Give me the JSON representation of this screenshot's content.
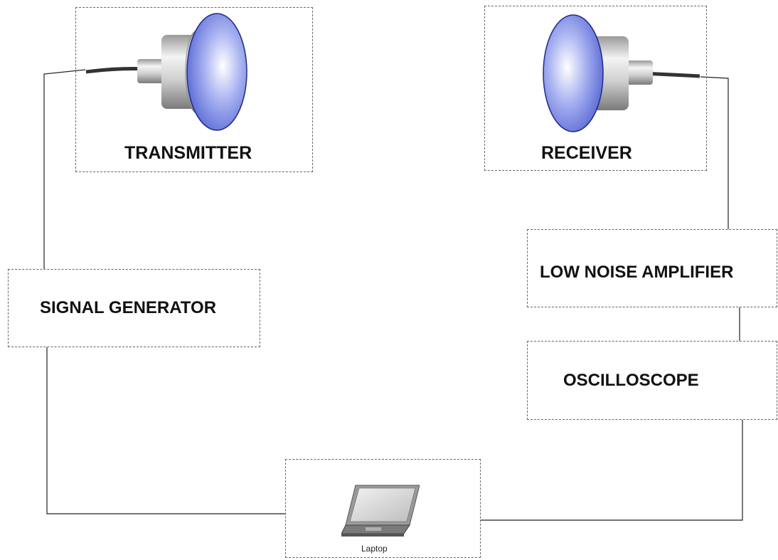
{
  "blocks": {
    "transmitter": {
      "label": "TRANSMITTER"
    },
    "receiver": {
      "label": "RECEIVER"
    },
    "signal_generator": {
      "label": "SIGNAL GENERATOR"
    },
    "low_noise_amplifier": {
      "label": "LOW NOISE AMPLIFIER"
    },
    "oscilloscope": {
      "label": "OSCILLOSCOPE"
    },
    "laptop": {
      "label": "Laptop"
    }
  },
  "icons": {
    "transmitter": "transducer-icon",
    "receiver": "transducer-icon",
    "laptop": "laptop-icon"
  },
  "colors": {
    "disc": "#5b6fd6",
    "wire": "#222222",
    "border": "#666666"
  }
}
